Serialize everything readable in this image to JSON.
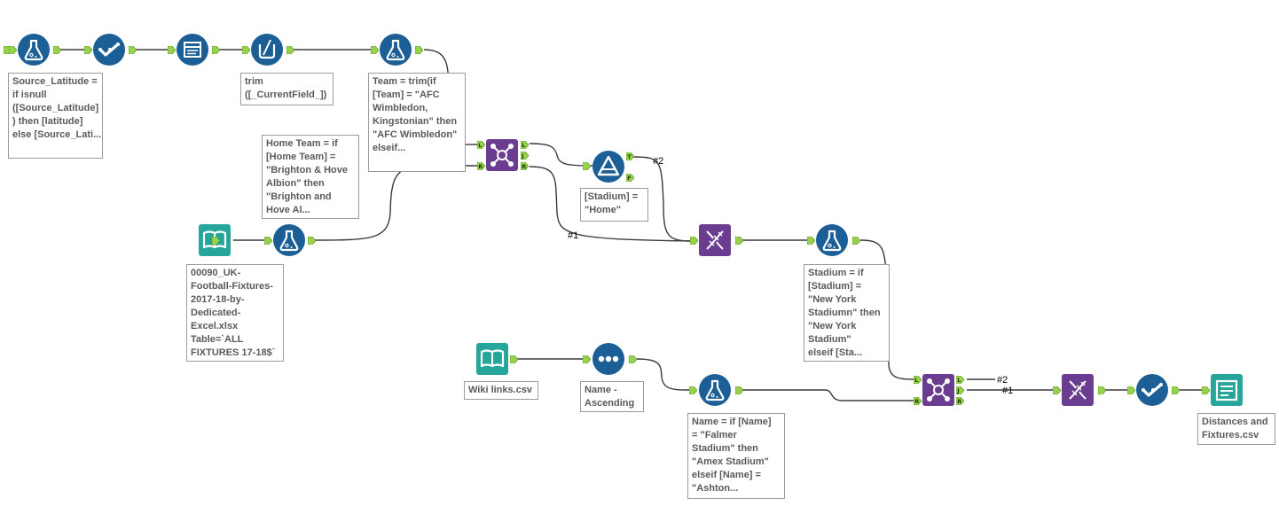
{
  "canvas": {
    "name": "alteryx-workflow-canvas"
  },
  "tools": {
    "formula1": {
      "icon": "formula-flask-icon",
      "annotation": "Source_Latitude =\nif isnull\n([Source_Latitude]\n) then [latitude]\nelse [Source_Lati..."
    },
    "select1": {
      "icon": "select-check-icon"
    },
    "autofield1": {
      "icon": "auto-field-icon"
    },
    "multifield1": {
      "icon": "multi-field-formula-icon",
      "annotation": "trim\n([_CurrentField_])"
    },
    "formula2": {
      "icon": "formula-flask-icon",
      "annotation": "Team = trim(if\n[Team] = \"AFC\nWimbledon,\nKingstonian\" then\n\"AFC Wimbledon\"\nelseif..."
    },
    "input1": {
      "icon": "input-data-book-icon",
      "annotation": "00090_UK-\nFootball-Fixtures-\n2017-18-by-\nDedicated-\nExcel.xlsx\nTable=`ALL\nFIXTURES 17-18$`"
    },
    "formula3": {
      "icon": "formula-flask-icon",
      "annotation": "Home Team = if\n[Home Team] =\n\"Brighton & Hove\nAlbion\" then\n\"Brighton and\nHove Al..."
    },
    "join1": {
      "icon": "join-icon"
    },
    "filter1": {
      "icon": "filter-icon",
      "annotation": "[Stadium] =\n\"Home\""
    },
    "union1": {
      "icon": "union-dna-icon"
    },
    "formula4": {
      "icon": "formula-flask-icon",
      "annotation": "Stadium = if\n[Stadium] =\n\"New York\nStadiumn\" then\n\"New York\nStadium\"\nelseif [Sta..."
    },
    "input2": {
      "icon": "input-data-book-icon",
      "annotation": "Wiki links.csv"
    },
    "sort1": {
      "icon": "sort-dots-icon",
      "annotation": "Name -\nAscending"
    },
    "formula5": {
      "icon": "formula-flask-icon",
      "annotation": "Name = if [Name]\n= \"Falmer\nStadium\" then\n\"Amex Stadium\"\nelseif [Name] =\n\"Ashton..."
    },
    "join2": {
      "icon": "join-icon"
    },
    "union2": {
      "icon": "union-dna-icon"
    },
    "select2": {
      "icon": "select-check-icon"
    },
    "output1": {
      "icon": "output-data-icon",
      "annotation": "Distances and\nFixtures.csv"
    }
  },
  "anchor_letters": {
    "left": "L",
    "right": "R",
    "join": "J",
    "true": "T",
    "false": "F"
  },
  "wire_labels": {
    "filter_true_to_union": "#2",
    "join_right_to_union": "#1",
    "join2_left": "#2",
    "join2_join": "#1"
  },
  "colors": {
    "tool_blue": "#1c5e96",
    "tool_purple": "#6b3d91",
    "tool_teal": "#26a69a",
    "anchor_green": "#97d24c",
    "wire": "#3a3a3a"
  }
}
